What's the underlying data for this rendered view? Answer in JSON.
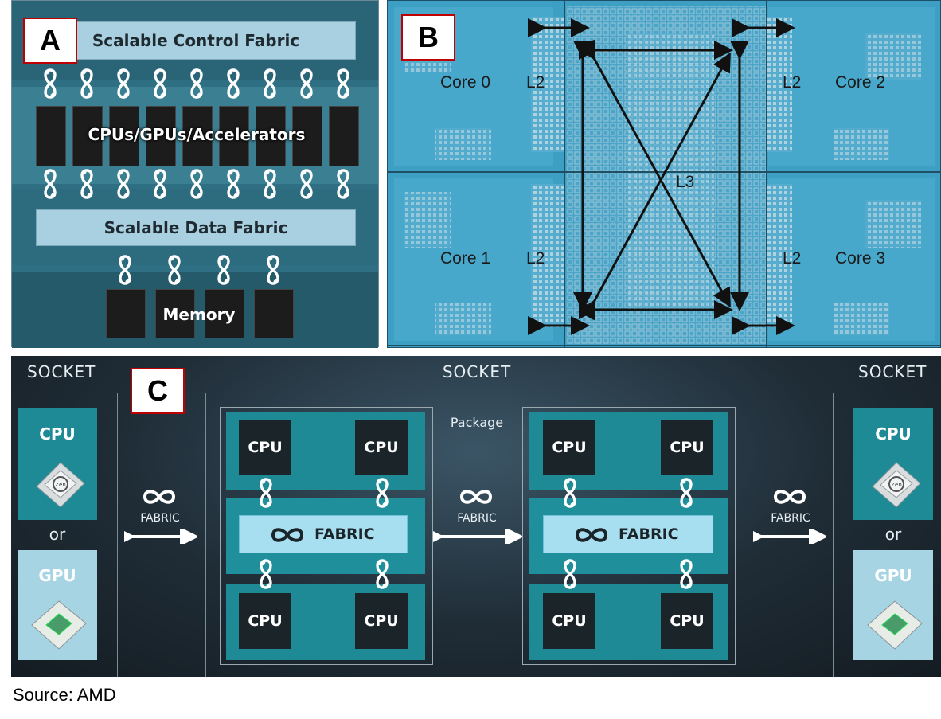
{
  "panels": {
    "a": {
      "letter": "A",
      "control_fabric": "Scalable Control Fabric",
      "compute": "CPUs/GPUs/Accelerators",
      "data_fabric": "Scalable Data Fabric",
      "memory": "Memory"
    },
    "b": {
      "letter": "B",
      "core0": "Core 0",
      "core1": "Core 1",
      "core2": "Core 2",
      "core3": "Core 3",
      "l2": "L2",
      "l3": "L3"
    },
    "c": {
      "letter": "C",
      "socket": "SOCKET",
      "package": "Package",
      "cpu": "CPU",
      "gpu": "GPU",
      "or": "or",
      "fabric": "FABRIC",
      "chip_label": "Zen"
    }
  },
  "source": "Source: AMD",
  "colors": {
    "panel_a_bg": "#2f6f83",
    "bar_light": "#a9d0e0",
    "panel_b_die": "#3a9bc2",
    "panel_c_bg": "#1f2c36",
    "teal_block": "#1d8a96",
    "fabric_bar": "#a8dff0",
    "label_border": "#c00000"
  },
  "icons": [
    "infinity-link-icon",
    "double-arrow-icon",
    "cpu-chip-icon",
    "gpu-chip-icon"
  ]
}
